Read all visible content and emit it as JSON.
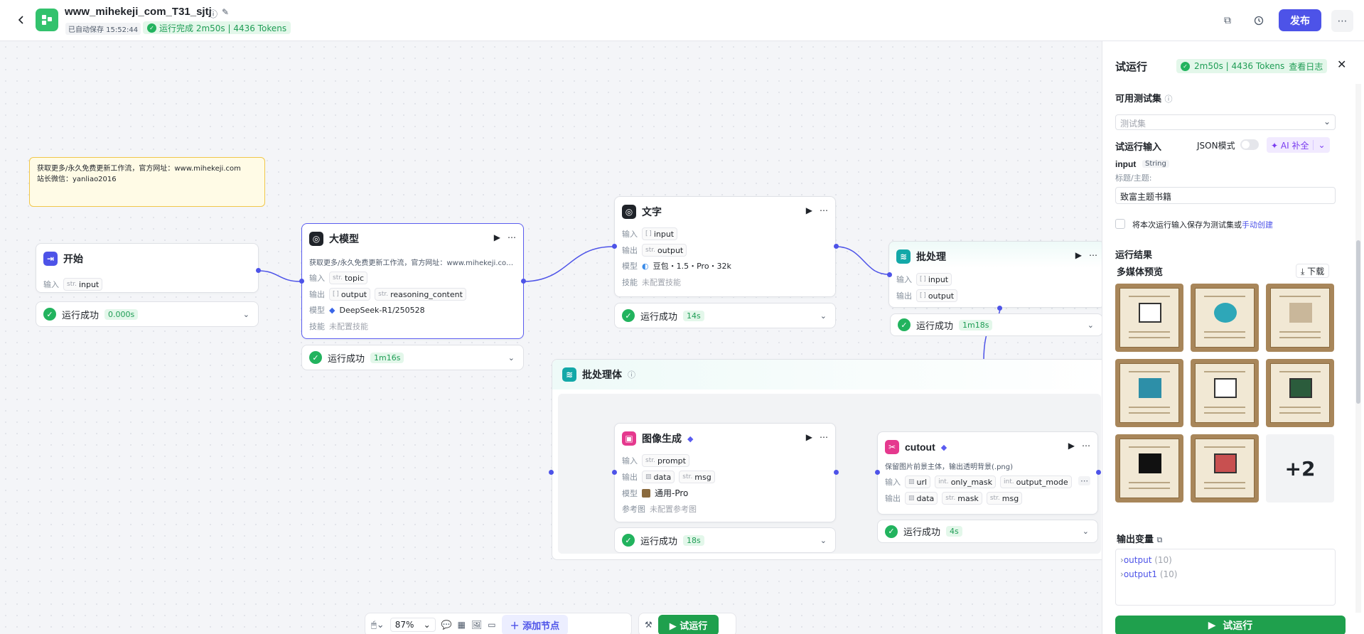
{
  "header": {
    "title": "www_mihekeji_com_T31_sjtj",
    "autosave": "已自动保存 15:52:44",
    "run_status": "运行完成 2m50s | 4436 Tokens",
    "publish_label": "发布"
  },
  "note": {
    "line1": "获取更多/永久免费更新工作流，官方网址：www.mihekeji.com",
    "line2": "站长微信：yanliao2016"
  },
  "labels": {
    "input": "输入",
    "output": "输出",
    "model": "模型",
    "skill": "技能",
    "skill_none": "未配置技能",
    "ref_image": "参考图",
    "ref_none": "未配置参考图",
    "run_success": "运行成功"
  },
  "nodes": {
    "start": {
      "title": "开始",
      "input_type": "str.",
      "input": "input",
      "time": "0.000s"
    },
    "llm": {
      "title": "大模型",
      "desc": "获取更多/永久免费更新工作流，官方网址：www.mihekeji.co…",
      "input_type": "str.",
      "input": "topic",
      "out1_type": "[ ]",
      "out1": "output",
      "out2_type": "str.",
      "out2": "reasoning_content",
      "model": "DeepSeek-R1/250528",
      "time": "1m16s"
    },
    "text": {
      "title": "文字",
      "input_type": "[ ]",
      "input": "input",
      "output_type": "str.",
      "output": "output",
      "model": "豆包・1.5・Pro・32k",
      "time": "14s"
    },
    "batch": {
      "title": "批处理",
      "input_type": "[ ]",
      "input": "input",
      "output_type": "[ ]",
      "output": "output",
      "time": "1m18s"
    },
    "batch_body": {
      "title": "批处理体"
    },
    "imagegen": {
      "title": "图像生成",
      "input_type": "str.",
      "input": "prompt",
      "out1": "data",
      "out2_type": "str.",
      "out2": "msg",
      "model": "通用-Pro",
      "time": "18s"
    },
    "cutout": {
      "title": "cutout",
      "desc": "保留图片前景主体，输出透明背景(.png)",
      "in1": "url",
      "in2_type": "int.",
      "in2": "only_mask",
      "in3_type": "int.",
      "in3": "output_mode",
      "out1": "data",
      "out2_type": "str.",
      "out2": "mask",
      "out3_type": "str.",
      "out3": "msg",
      "time": "4s"
    }
  },
  "toolbar": {
    "zoom": "87%",
    "add_node": "添加节点",
    "test_run": "试运行"
  },
  "panel": {
    "title": "试运行",
    "summary": "2m50s | 4436 Tokens",
    "view_log": "查看日志",
    "testset_label": "可用测试集",
    "testset_placeholder": "测试集",
    "run_input_label": "试运行输入",
    "json_mode": "JSON模式",
    "ai_fill": "AI 补全",
    "field_name": "input",
    "field_type": "String",
    "field_hint": "标题/主题:",
    "field_value": "致富主题书籍",
    "save_text": "将本次运行输入保存为测试集或",
    "manual_create": "手动创建",
    "result_label": "运行结果",
    "media_preview": "多媒体预览",
    "download": "下载",
    "more_count": "+2",
    "output_vars_label": "输出变量",
    "output_vars": [
      {
        "name": "output",
        "count": "(10)"
      },
      {
        "name": "output1",
        "count": "(10)"
      }
    ],
    "run_button": "试运行"
  },
  "colors": {
    "accent": "#4d53e8",
    "success": "#22b35e",
    "run_green": "#1fa04d"
  }
}
